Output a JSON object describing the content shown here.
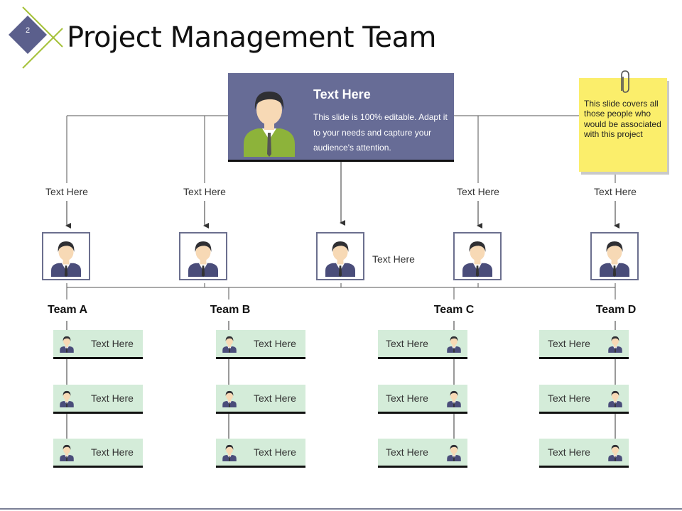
{
  "slide": {
    "number": "2",
    "title": "Project Management Team"
  },
  "head": {
    "title": "Text Here",
    "description": "This slide is 100% editable. Adapt it to your needs and capture your audience's attention."
  },
  "note": {
    "text": "This slide covers all those people who would be associated with this project"
  },
  "managers": [
    {
      "label": "Text Here"
    },
    {
      "label": "Text Here"
    },
    {
      "label": "Text Here"
    },
    {
      "label": "Text Here"
    },
    {
      "label": "Text Here"
    }
  ],
  "teams": [
    {
      "name": "Team A",
      "members": [
        "Text Here",
        "Text Here",
        "Text Here"
      ]
    },
    {
      "name": "Team B",
      "members": [
        "Text Here",
        "Text Here",
        "Text Here"
      ]
    },
    {
      "name": "Team C",
      "members": [
        "Text Here",
        "Text Here",
        "Text Here"
      ]
    },
    {
      "name": "Team D",
      "members": [
        "Text Here",
        "Text Here",
        "Text Here"
      ]
    }
  ],
  "colors": {
    "head_box": "#676c96",
    "card": "#d4ecd9",
    "note": "#fbee6b",
    "accent_diamond": "#5b5f8c",
    "accent_line": "#a6c23a",
    "suit": "#4a4d7a",
    "hair": "#2f2f33",
    "skin": "#f7d9b5",
    "green_suit": "#8db33a"
  },
  "icons": {
    "person": "person-icon",
    "paperclip": "paperclip-icon",
    "slide_badge": "diamond-icon"
  }
}
